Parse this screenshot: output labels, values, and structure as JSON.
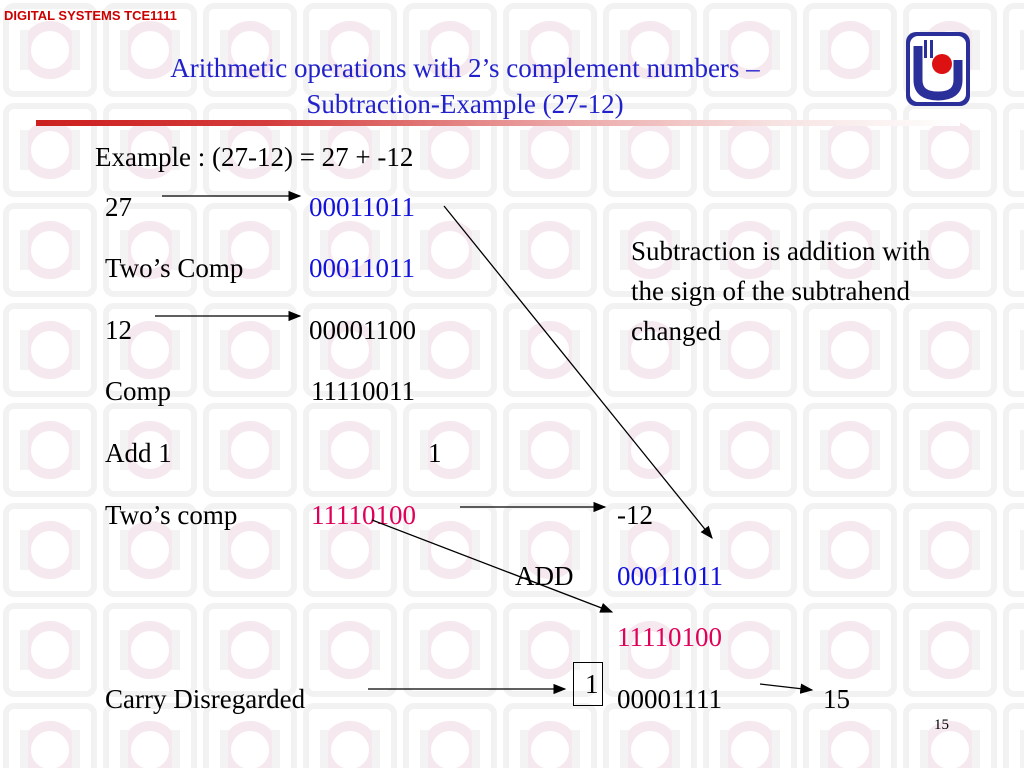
{
  "header": {
    "course": "DIGITAL SYSTEMS TCE1111",
    "title_line1": "Arithmetic operations with 2’s complement numbers –",
    "title_line2": "Subtraction-Example (27-12)"
  },
  "example": "Example : (27-12) = 27 + -12",
  "rows": [
    {
      "label": "27",
      "value": "00011011"
    },
    {
      "label": "Two’s Comp",
      "value": "00011011"
    },
    {
      "label": "12",
      "value": "00001100"
    },
    {
      "label": "Comp",
      "value": "11110011"
    },
    {
      "label": "Add 1",
      "value": "1"
    },
    {
      "label": "Two’s comp",
      "value": "11110100"
    }
  ],
  "note": "Subtraction is addition with the sign of the subtrahend changed",
  "addition": {
    "neg_label": "-12",
    "add_label": "ADD",
    "operand1": "00011011",
    "operand2": "11110100",
    "carry_label": "Carry Disregarded",
    "carry_bit": "1",
    "result": "00001111",
    "decimal_result": "15"
  },
  "page_number": "15",
  "colors": {
    "title": "#2222cc",
    "course": "#cc0000",
    "blue_value": "#1111dd",
    "pink_value": "#e0005a"
  }
}
